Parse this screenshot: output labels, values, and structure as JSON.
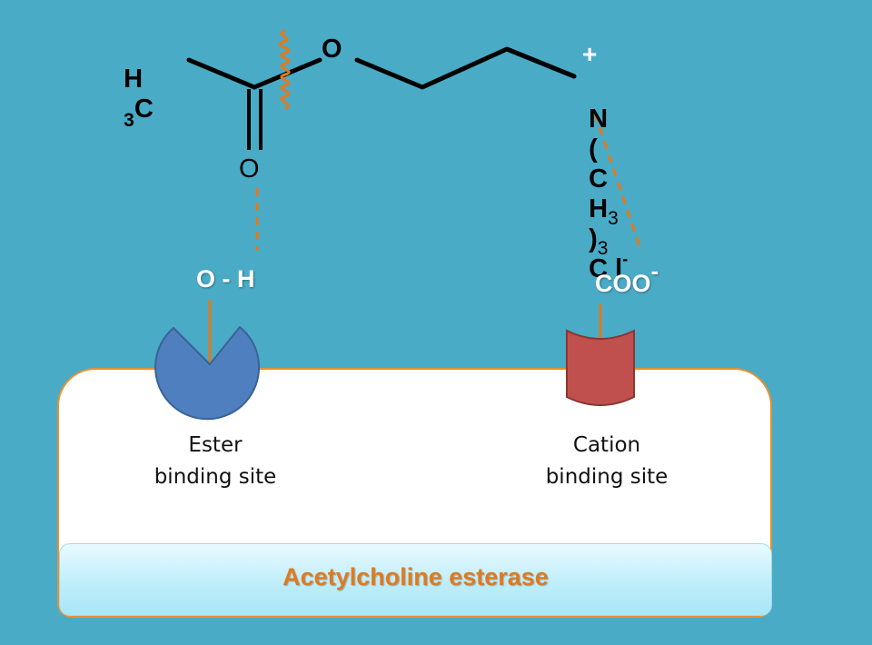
{
  "molecule": {
    "methyl": {
      "H": "H",
      "sub": "3",
      "C": "C"
    },
    "ester_oxygen": "O",
    "carbonyl_oxygen": "O",
    "ammonium": {
      "charge": "+",
      "N": "N",
      "open_paren": "(",
      "C": "C",
      "H": "H",
      "sub_h": "3",
      "close_paren": ")",
      "sub_group": "3",
      "Cl": "C l",
      "chloride_charge": "-"
    }
  },
  "ester_site": {
    "group": "O - H",
    "label_line1": "Ester",
    "label_line2": "binding site"
  },
  "cation_site": {
    "group": "COO",
    "charge": "-",
    "label_line1": "Cation",
    "label_line2": "binding site"
  },
  "enzyme": {
    "name": "Acetylcholine esterase"
  },
  "colors": {
    "background": "#4aabc6",
    "bond": "#000000",
    "interaction": "#e07a1f",
    "ester_site_fill": "#4f7fbf",
    "cation_site_fill": "#c0504d",
    "enzyme_border": "#e8902f",
    "enzyme_name": "#e07a1f"
  },
  "icons": {
    "ester_site": "pac-man-shape",
    "cation_site": "cylinder-shape",
    "cleavage": "wavy-line"
  }
}
